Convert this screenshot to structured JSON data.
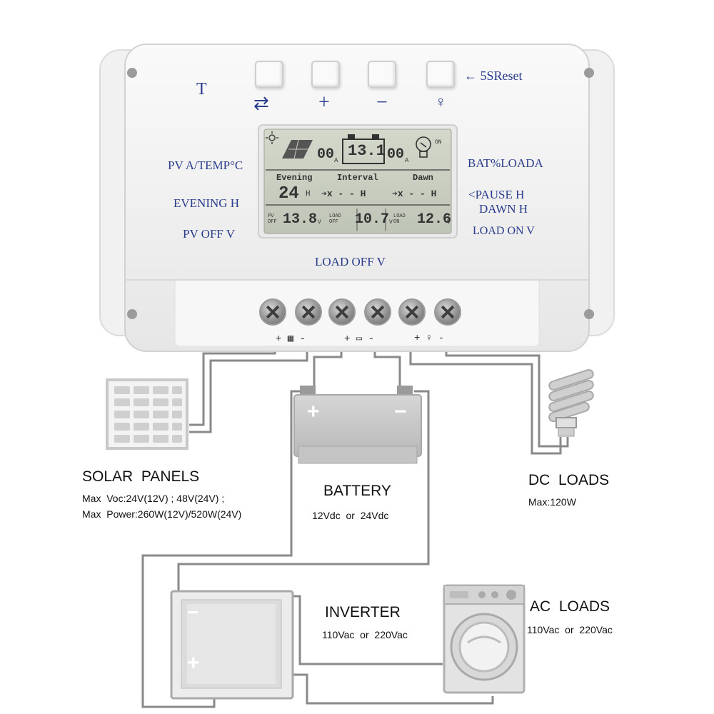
{
  "controller": {
    "mode_label": "T",
    "reset_label": "← 5SReset",
    "button_icons": [
      "swap-arrows-icon",
      "plus-icon",
      "minus-icon",
      "light-bulb-icon"
    ],
    "button_symbols": [
      "⇄",
      "+",
      "−",
      "♀"
    ],
    "left_labels": [
      "PV A/TEMP°C",
      "EVENING H",
      "PV OFF V"
    ],
    "right_labels": [
      "BAT%LOADA",
      "<PAUSE H",
      "DAWN H",
      "LOAD ON V"
    ],
    "bottom_label": "LOAD OFF V",
    "terminal_labels": {
      "pv": "+ ▦ -",
      "battery": "+ ▭ -",
      "load": "+ ♀ -"
    }
  },
  "lcd": {
    "pv_current": "00",
    "pv_current_unit": "A",
    "battery_voltage": "13.1",
    "load_current": "00",
    "load_current_unit": "A",
    "on_label": "ON",
    "row2_labels": {
      "evening": "Evening",
      "interval": "Interval",
      "dawn": "Dawn"
    },
    "evening_hours": "24",
    "hour_unit": "H",
    "interval_value": "➔x - - H",
    "dawn_value": "➔x - - H",
    "pv_off_label": "PV OFF",
    "pv_off_value": "13.8",
    "load_off_label": "LOAD OFF",
    "load_off_value": "10.7",
    "load_on_label": "LOAD ON",
    "load_on_value": "12.6",
    "volt_unit": "V"
  },
  "components": {
    "solar": {
      "title": "SOLAR  PANELS",
      "spec1": "Max  Voc:24V(12V) ; 48V(24V) ;",
      "spec2": "Max  Power:260W(12V)/520W(24V)"
    },
    "battery": {
      "title": "BATTERY",
      "spec": "12Vdc  or  24Vdc",
      "plus": "+",
      "minus": "−"
    },
    "dc_loads": {
      "title": "DC  LOADS",
      "spec": "Max:120W"
    },
    "inverter": {
      "title": "INVERTER",
      "spec": "110Vac  or  220Vac",
      "plus": "+",
      "minus": "−"
    },
    "ac_loads": {
      "title": "AC  LOADS",
      "spec": "110Vac  or  220Vac"
    }
  },
  "colors": {
    "controller_body": "#f4f4f4",
    "lcd_background": "#c9cfc0",
    "label_blue": "#2a3c8c",
    "wire_gray": "#8c8c8c"
  }
}
